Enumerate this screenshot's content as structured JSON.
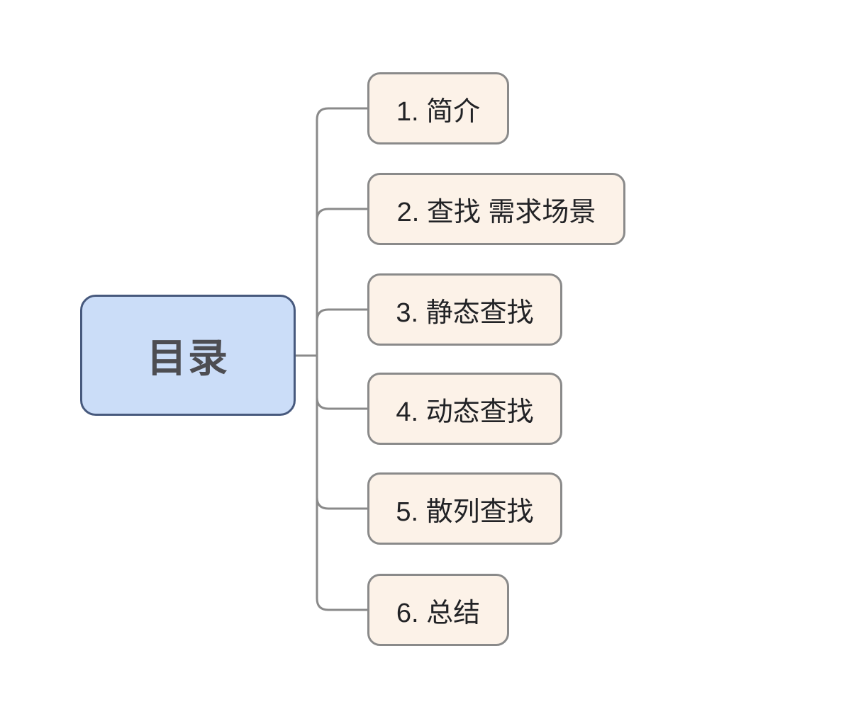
{
  "mindmap": {
    "root": {
      "label": "目录"
    },
    "children": [
      {
        "label": "1. 简介"
      },
      {
        "label": "2. 查找 需求场景"
      },
      {
        "label": "3. 静态查找"
      },
      {
        "label": "4. 动态查找"
      },
      {
        "label": "5. 散列查找"
      },
      {
        "label": "6. 总结"
      }
    ]
  },
  "colors": {
    "background": "#FFFFFF",
    "root_fill": "#CBDDF8",
    "root_border": "#47597D",
    "root_text": "#4D4D52",
    "child_fill": "#FCF2E8",
    "child_border": "#8A8A8A",
    "child_text": "#222326",
    "connector": "#8A8A8A"
  }
}
